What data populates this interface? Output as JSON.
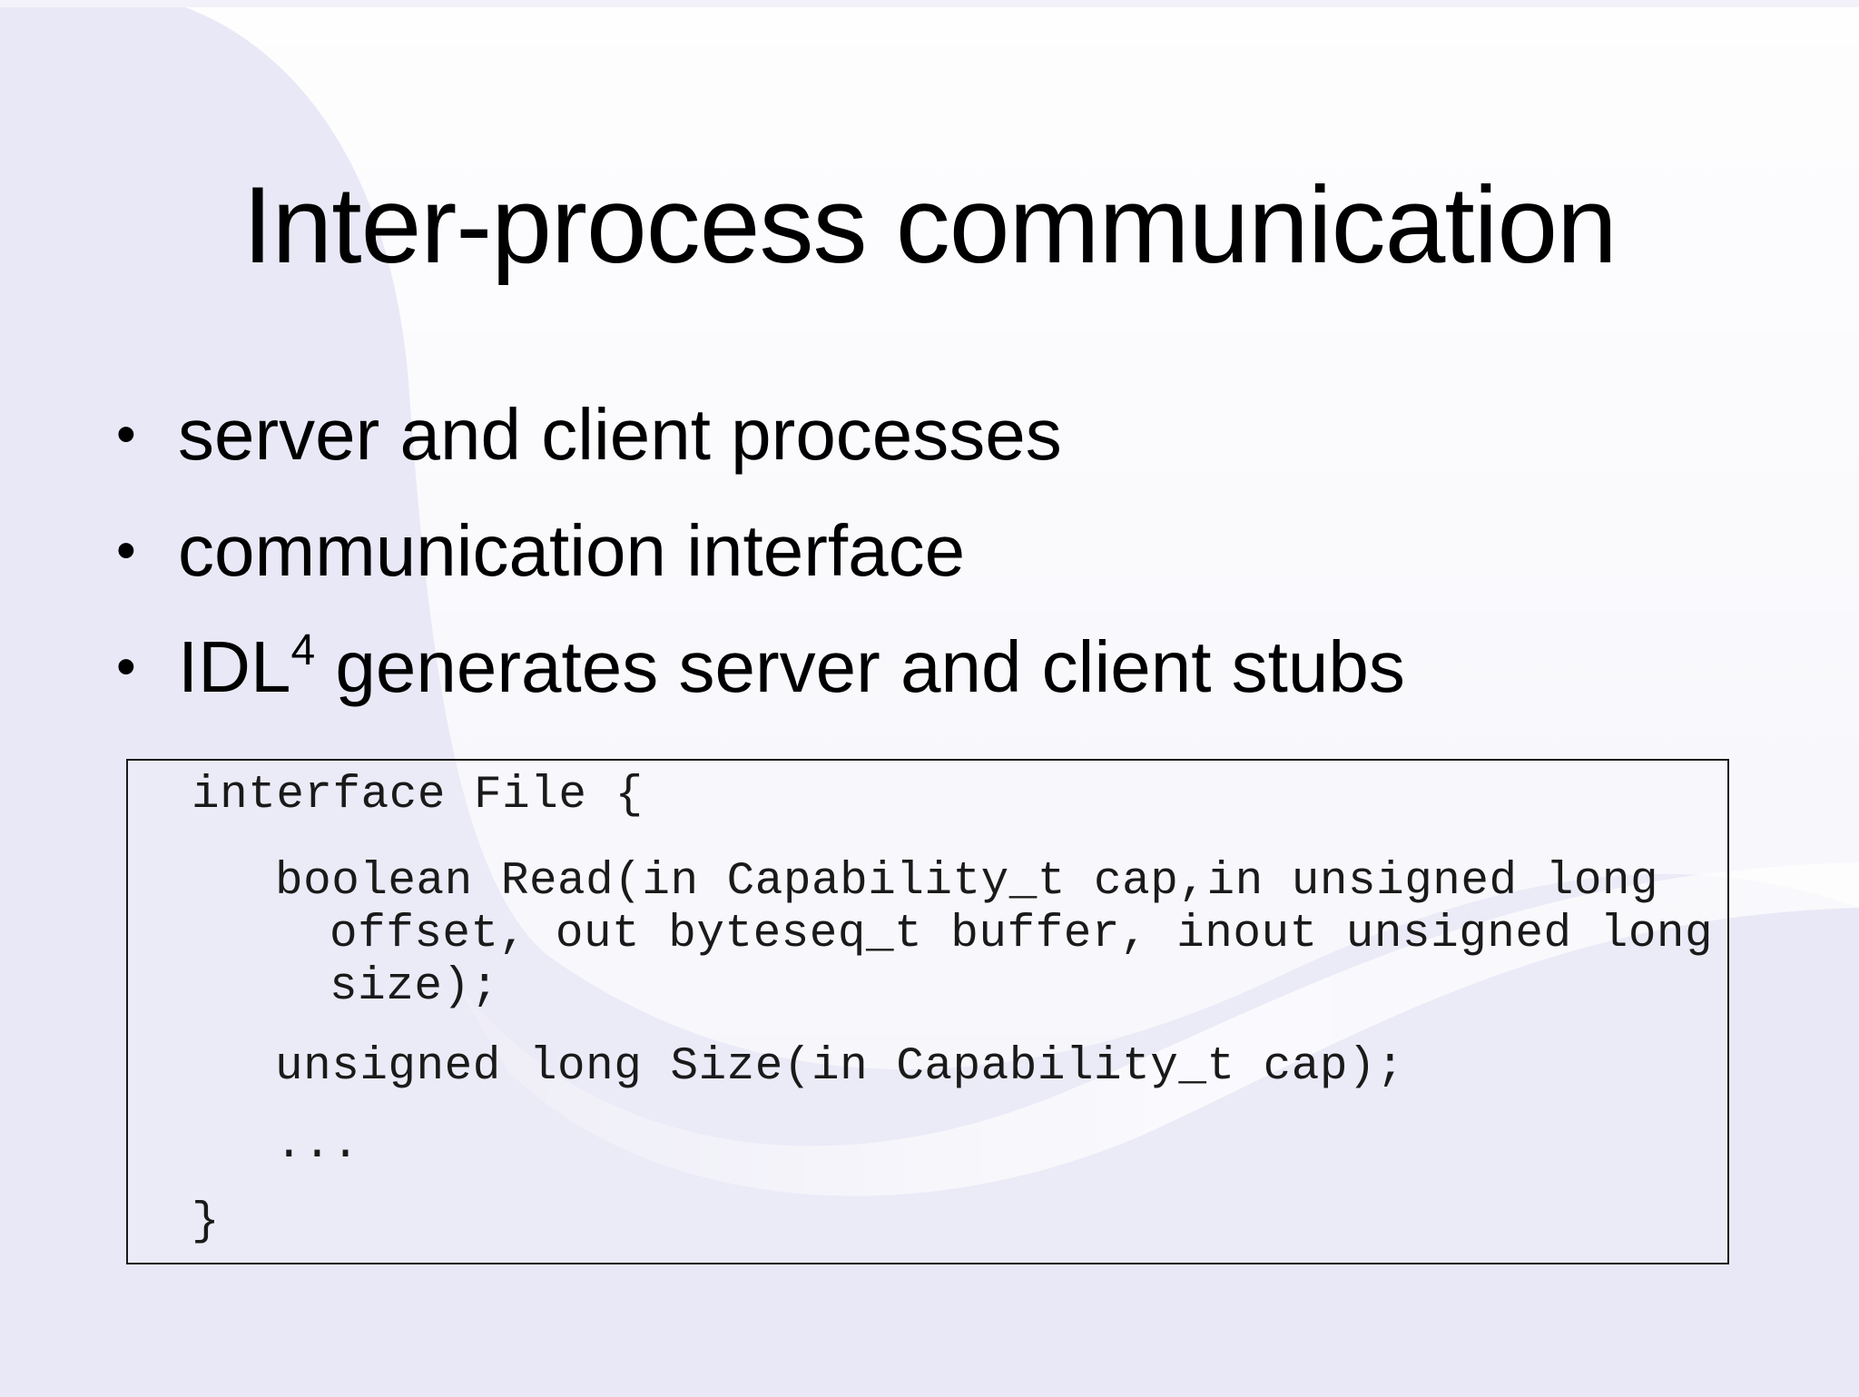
{
  "slide": {
    "title": "Inter-process communication",
    "bullets": [
      {
        "text": "server and client processes",
        "sup": ""
      },
      {
        "text": "communication interface",
        "sup": ""
      },
      {
        "text": " generates server and client stubs",
        "prefix": "IDL",
        "sup": "4"
      }
    ],
    "code": {
      "line1": "interface File {",
      "line2": "boolean Read(in Capability_t cap,in unsigned long",
      "line3": "offset, out byteseq_t buffer, inout unsigned long",
      "line4": "size);",
      "line5": "unsigned long Size(in Capability_t cap);",
      "line6": "...",
      "line7": "}"
    }
  },
  "colors": {
    "background": "#e9e8f6",
    "swoosh": "#ffffff",
    "text": "#000000",
    "code_text": "#1a1a1a"
  }
}
